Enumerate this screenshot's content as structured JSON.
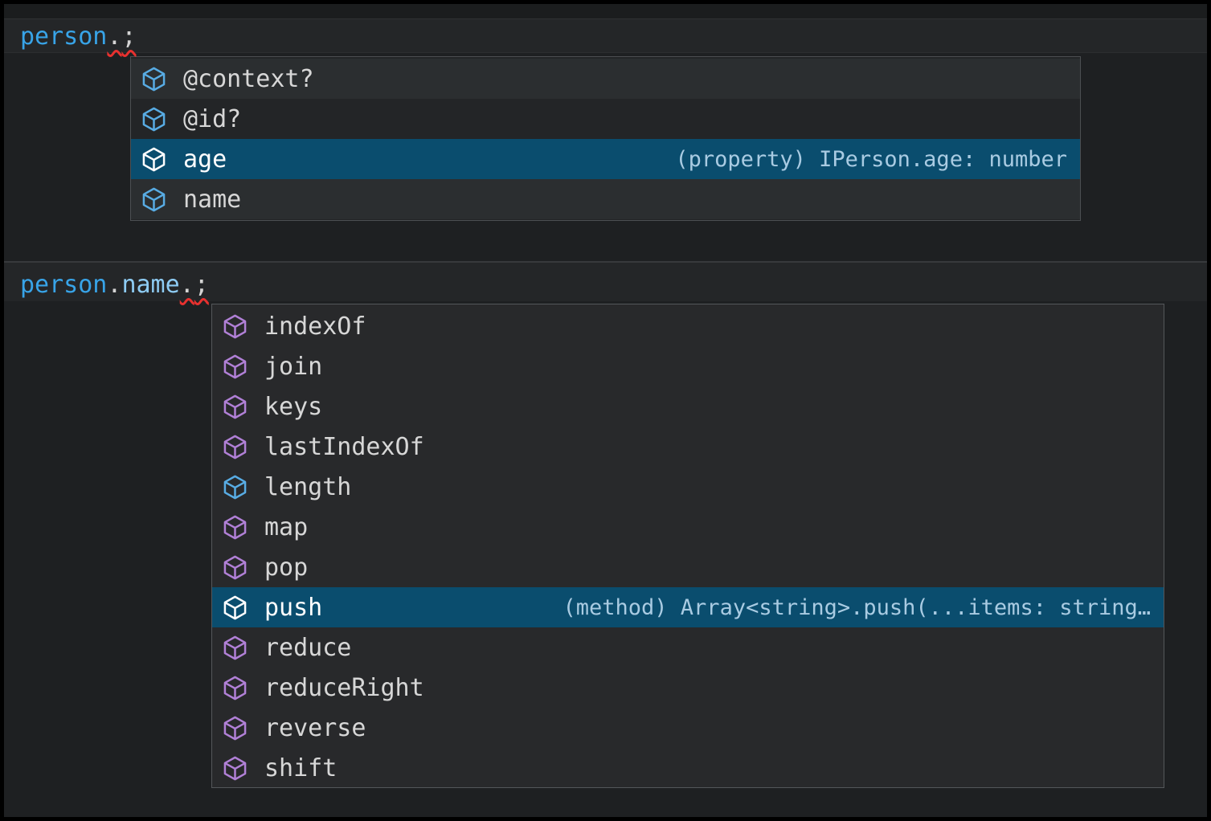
{
  "colors": {
    "selection_background": "#0a4d6e",
    "field_icon_blue": "#58ace4",
    "method_icon_purple": "#b180d7",
    "selected_icon_white": "#ffffff",
    "variable_blue": "#38a4e8",
    "property_light_blue": "#8eccf4",
    "punctuation_gray": "#d4d4d4",
    "error_squiggle_red": "#e8312f",
    "suggest_label_gray": "#d7d7d7",
    "suggest_detail_blue_gray": "#a9cbe2"
  },
  "code": {
    "line1": {
      "tokens": [
        {
          "text": "person"
        },
        {
          "text": "."
        },
        {
          "text": ";"
        }
      ]
    },
    "line2": {
      "tokens": [
        {
          "text": "person"
        },
        {
          "text": "."
        },
        {
          "text": "name"
        },
        {
          "text": "."
        },
        {
          "text": ";"
        }
      ]
    }
  },
  "suggest_person": {
    "items": [
      {
        "label": "@context?",
        "kind": "field"
      },
      {
        "label": "@id?",
        "kind": "field"
      },
      {
        "label": "age",
        "kind": "field",
        "selected": true,
        "detail": "(property) IPerson.age: number"
      },
      {
        "label": "name",
        "kind": "field"
      }
    ]
  },
  "suggest_name": {
    "items": [
      {
        "label": "indexOf",
        "kind": "method"
      },
      {
        "label": "join",
        "kind": "method"
      },
      {
        "label": "keys",
        "kind": "method"
      },
      {
        "label": "lastIndexOf",
        "kind": "method"
      },
      {
        "label": "length",
        "kind": "field"
      },
      {
        "label": "map",
        "kind": "method"
      },
      {
        "label": "pop",
        "kind": "method"
      },
      {
        "label": "push",
        "kind": "method",
        "selected": true,
        "detail": "(method) Array<string>.push(...items: string…"
      },
      {
        "label": "reduce",
        "kind": "method"
      },
      {
        "label": "reduceRight",
        "kind": "method"
      },
      {
        "label": "reverse",
        "kind": "method"
      },
      {
        "label": "shift",
        "kind": "method"
      }
    ]
  }
}
